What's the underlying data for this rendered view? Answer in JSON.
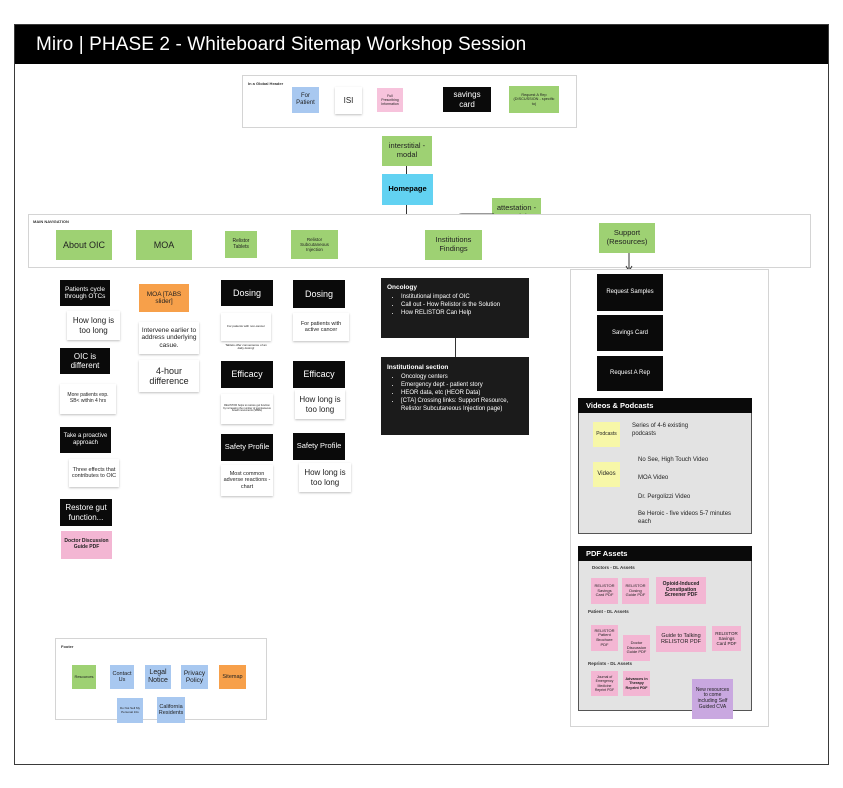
{
  "title": "Miro | PHASE 2 - Whiteboard Sitemap Workshop Session",
  "header": {
    "label": "In a Global Header",
    "items": [
      "For Patient",
      "ISI",
      "Full Prescribing Information",
      "savings card",
      "Request A Rep (DISCUSSION - specific to)"
    ]
  },
  "flow": {
    "interstitial": "interstitial - modal",
    "homepage": "Homepage",
    "attestation": "attestation - modal"
  },
  "nav": {
    "label": "MAIN NAVIGATION",
    "items": [
      "About OIC",
      "MOA",
      "Relistor Tablets",
      "Relistor Subcutaneous Injection",
      "Institutions Findings",
      "Support (Resources)"
    ]
  },
  "about_oic": {
    "items": [
      "Patients cycle through OTCs",
      "How long is too long",
      "OIC is different",
      "More patients exp. SB< within 4 hrs",
      "Take a proactive approach",
      "Three effects that contributes to OIC",
      "Restore gut function...",
      "Doctor Discussion Guide PDF"
    ]
  },
  "moa": {
    "items": [
      "MOA [TABS slider]",
      "Intervene earlier to address underlying casue.",
      "4-hour difference"
    ]
  },
  "tablets": {
    "items": [
      "Dosing",
      "For patients with non-cancer",
      "Tablets offer convenience of an daily dosing!",
      "Efficacy",
      "RELISTOR helps to restore gut function by increasing the number of spontaneous bowel movements (SBMs)",
      "Safety Profile",
      "Most common adverse reactions - chart"
    ]
  },
  "injection": {
    "items": [
      "Dosing",
      "For patients with active cancer",
      "Efficacy",
      "How long is too long",
      "Safety Profile",
      "How long is too long"
    ]
  },
  "institutions": {
    "oncology_title": "Oncology",
    "oncology_items": [
      "Institutional impact of OIC",
      "Call out - How Relistor is the Solution",
      "How RELISTOR Can Help"
    ],
    "section_title": "Institutional section",
    "section_items": [
      "Oncology centers",
      "Emergency dept - patient story",
      "HEOR data, etc (HEOR Data)",
      "[CTA] Crossing links: Support Resource, Relistor Subcutaneous Injection page)"
    ]
  },
  "support": {
    "items": [
      "Request Samples",
      "Savings Card",
      "Request A Rep"
    ],
    "videos_title": "Videos & Podcasts",
    "podcasts_label": "Podcasts",
    "podcasts_text": "Series of 4-6 existing podcasts",
    "videos_label": "Videos",
    "video_items": [
      "No See, High Touch Video",
      "MOA Video",
      "Dr. Pergolizzi Video",
      "Be Heroic - five videos 5-7 minutes each"
    ],
    "pdf_title": "PDF Assets",
    "pdf_doctors_label": "Doctors - DL Assets",
    "pdf_doctors": [
      "RELISTOR Savings Card PDF",
      "RELISTOR Dosing Guide PDF",
      "Opioid-Induced Constipation Screener PDF"
    ],
    "pdf_patients_label": "Patient - DL Assets",
    "pdf_patients": [
      "RELISTOR Patient Brochure PDF",
      "Doctor Discussion Guide PDF",
      "Guide to Talking RELISTOR PDF",
      "RELISTOR Savings Card PDF"
    ],
    "pdf_reprints_label": "Reprints - DL Assets",
    "pdf_reprints": [
      "Journal of Emergency Medicine Reprint PDF",
      "Advances in Therapy Reprint PDF",
      "New resources to come including Self Guided CVA"
    ]
  },
  "footer": {
    "label": "Footer",
    "items": [
      "Resources",
      "Contact Us",
      "Legal Notice",
      "Privacy Policy",
      "Sitemap",
      "Do Not Sell My Personal Info",
      "California Residents"
    ]
  }
}
